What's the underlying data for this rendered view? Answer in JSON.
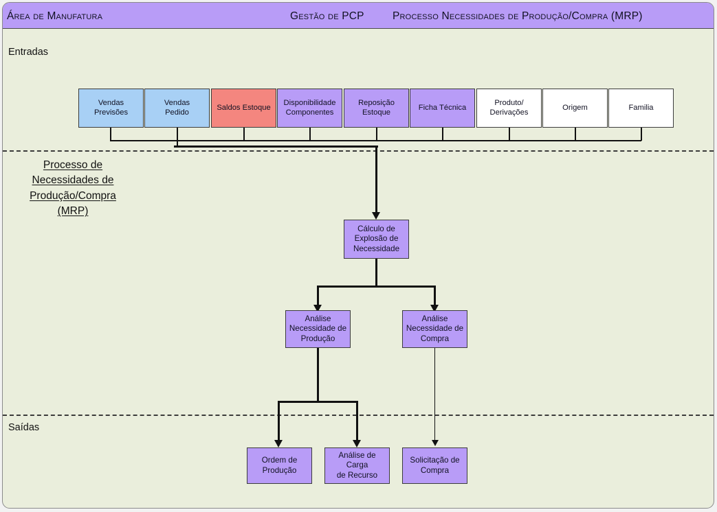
{
  "header": {
    "area_title": "Área de Manufatura",
    "management": "Gestão de PCP",
    "process_title": "Processo Necessidades de Produção/Compra (MRP)",
    "bar_color": "#b89cf7"
  },
  "lanes": {
    "inputs_label": "Entradas",
    "process_label_line1": "Processo de",
    "process_label_line2": "Necessidades de",
    "process_label_line3": "Produção/Compra",
    "process_label_line4": "(MRP)",
    "outputs_label": "Saídas"
  },
  "inputs": [
    {
      "label_line1": "Vendas",
      "label_line2": "Previsões",
      "color": "#a8d0f5"
    },
    {
      "label_line1": "Vendas",
      "label_line2": "Pedido",
      "color": "#a8d0f5"
    },
    {
      "label_line1": "Saldos Estoque",
      "label_line2": "",
      "color": "#f4867f"
    },
    {
      "label_line1": "Disponibilidade",
      "label_line2": "Componentes",
      "color": "#b89cf7"
    },
    {
      "label_line1": "Reposição",
      "label_line2": "Estoque",
      "color": "#b89cf7"
    },
    {
      "label_line1": "Ficha Técnica",
      "label_line2": "",
      "color": "#b89cf7"
    },
    {
      "label_line1": "Produto/",
      "label_line2": "Derivações",
      "color": "#ffffff"
    },
    {
      "label_line1": "Origem",
      "label_line2": "",
      "color": "#ffffff"
    },
    {
      "label_line1": "Familia",
      "label_line2": "",
      "color": "#ffffff"
    }
  ],
  "process": {
    "calculo_line1": "Cálculo de",
    "calculo_line2": "Explosão de",
    "calculo_line3": "Necessidade",
    "analise_prod_line1": "Análise",
    "analise_prod_line2": "Necessidade de",
    "analise_prod_line3": "Produção",
    "analise_compra_line1": "Análise",
    "analise_compra_line2": "Necessidade de",
    "analise_compra_line3": "Compra"
  },
  "outputs": [
    {
      "label_line1": "Ordem de",
      "label_line2": "Produção"
    },
    {
      "label_line1": "Análise de Carga",
      "label_line2": "de Recurso"
    },
    {
      "label_line1": "Solicitação de",
      "label_line2": "Compra"
    }
  ],
  "colors": {
    "canvas": "#eaeedc",
    "accent_purple": "#b89cf7",
    "accent_blue": "#a8d0f5",
    "accent_red": "#f4867f",
    "line": "#111111"
  }
}
